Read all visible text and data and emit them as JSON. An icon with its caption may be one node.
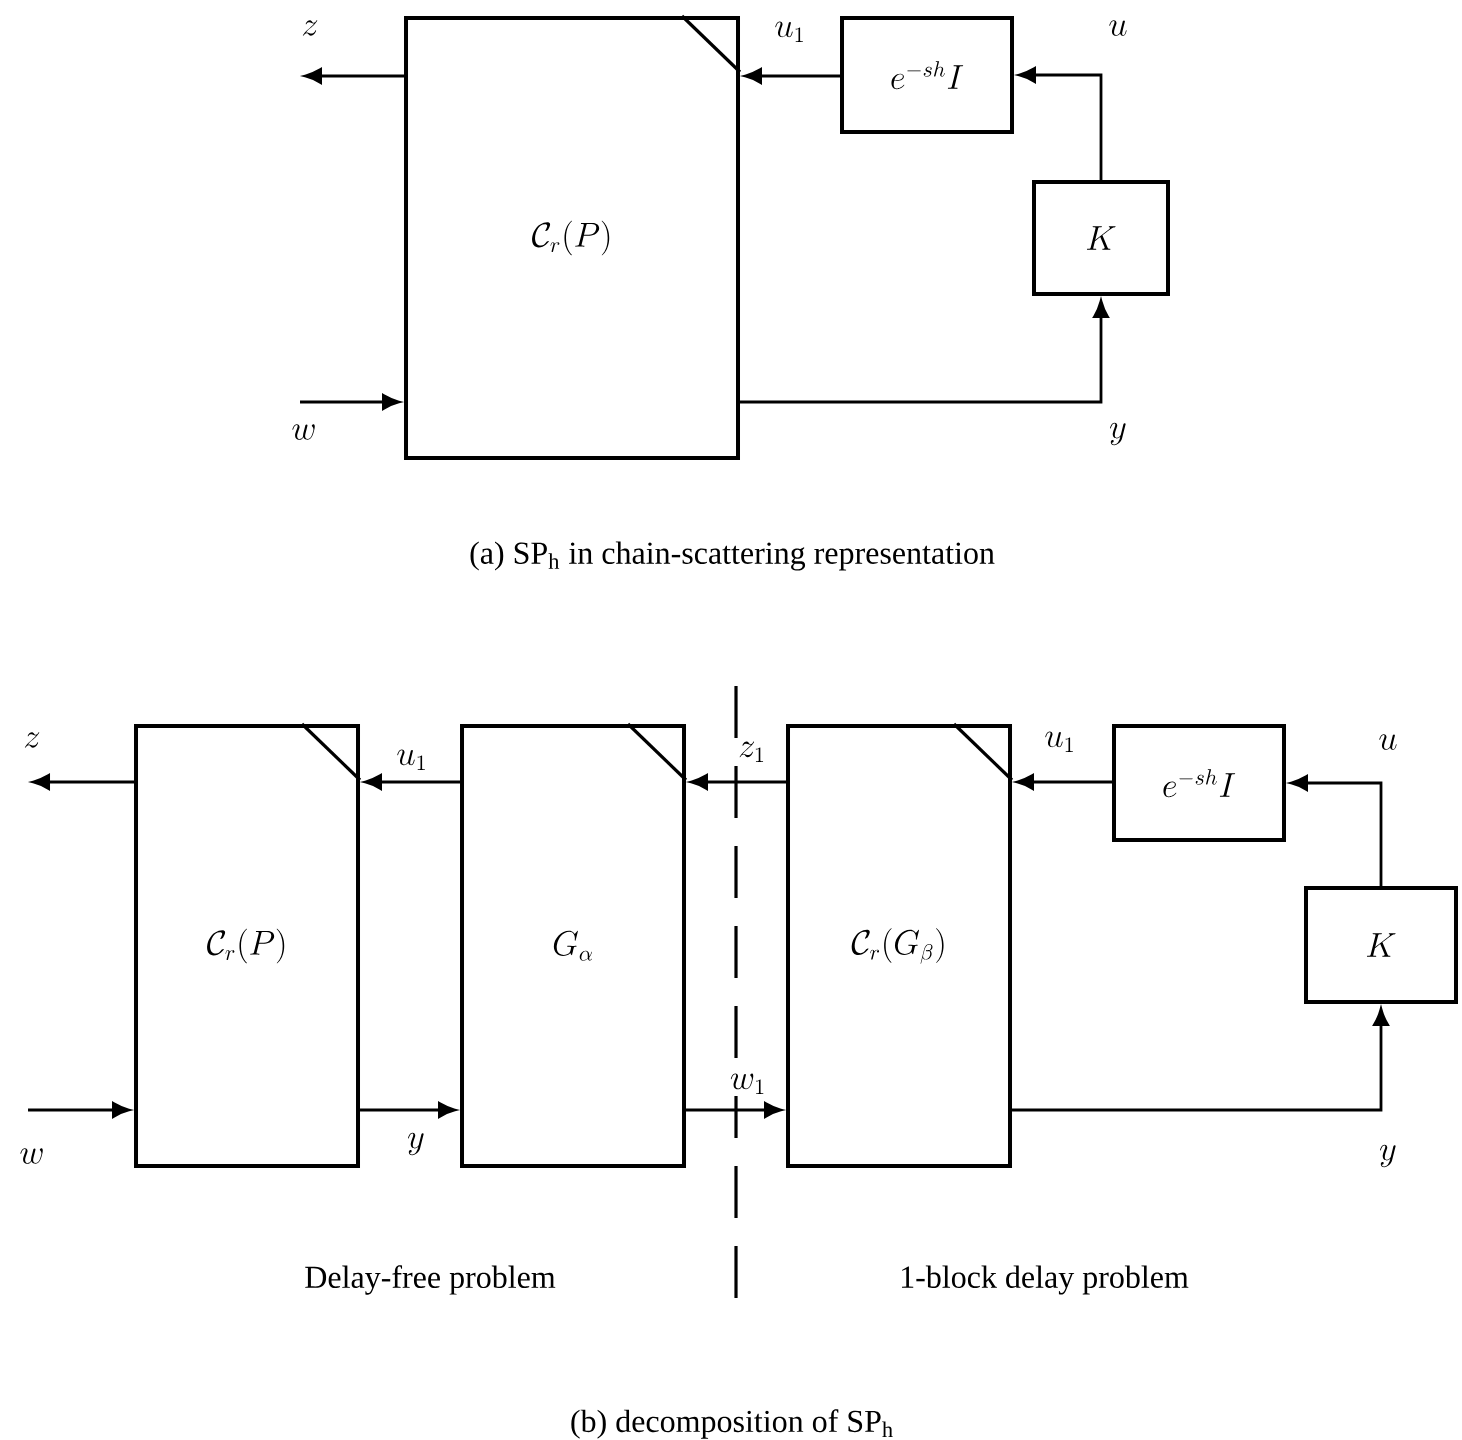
{
  "diagram": {
    "caption": "(b) decomposition of SP$_{h}$",
    "nodes": [
      {
        "text": [
          "\\mathcal{C}_r(P)"
        ]
      },
      {
        "text": [
          "e^{-sh}I"
        ]
      },
      {
        "text": [
          "K"
        ]
      },
      {
        "text": [
          "\\mathcal{C}_r(P)"
        ]
      },
      {
        "text": [
          "G_\\alpha"
        ]
      },
      {
        "text": [
          "\\mathcal{C}_r(G_\\beta)"
        ]
      },
      {
        "text": [
          "e^{-sh}I"
        ]
      },
      {
        "text": [
          "K"
        ]
      }
    ],
    "edges": [
      {
        "from": 0,
        "to": null,
        "arrow": "to",
        "label": "z"
      },
      {
        "from": null,
        "to": 0,
        "arrow": "to",
        "label": "w"
      },
      {
        "from": 1,
        "to": 0,
        "arrow": "to",
        "label": "u_1"
      },
      {
        "from": 2,
        "to": 1,
        "arrow": "to",
        "label": "u"
      },
      {
        "from": 0,
        "to": 2,
        "arrow": "to",
        "label": "y"
      },
      {
        "from": 3,
        "to": null,
        "arrow": "to",
        "label": "z"
      },
      {
        "from": null,
        "to": 3,
        "arrow": "to",
        "label": "w"
      },
      {
        "from": 4,
        "to": 3,
        "arrow": "to",
        "label": "u_1"
      },
      {
        "from": 3,
        "to": 4,
        "arrow": "to",
        "label": "y"
      },
      {
        "from": 5,
        "to": 4,
        "arrow": "to",
        "label": "z_1"
      },
      {
        "from": 4,
        "to": 5,
        "arrow": "to",
        "label": "w_1"
      },
      {
        "from": 6,
        "to": 5,
        "arrow": "to",
        "label": "u_1"
      },
      {
        "from": 7,
        "to": 6,
        "arrow": "to",
        "label": "u"
      },
      {
        "from": 5,
        "to": 7,
        "arrow": "to",
        "label": "y"
      }
    ],
    "labels": [
      "(a) SP$_{h}$ in chain-scattering representation",
      "Delay-free problem",
      "1-block delay problem"
    ]
  }
}
